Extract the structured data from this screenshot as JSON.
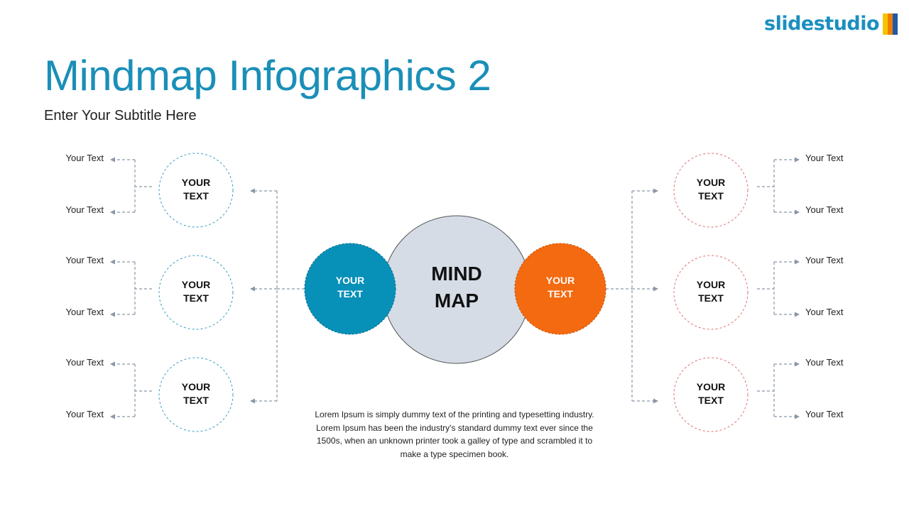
{
  "logo": {
    "text": "slidestudio",
    "bar_colors": [
      "#f5c400",
      "#f07d00",
      "#1f5aa6"
    ]
  },
  "title": "Mindmap Infographics 2",
  "subtitle": "Enter Your Subtitle Here",
  "center": {
    "line1": "MIND",
    "line2": "MAP"
  },
  "left_hub": {
    "line1": "YOUR",
    "line2": "TEXT",
    "color": "#0790b8"
  },
  "right_hub": {
    "line1": "YOUR",
    "line2": "TEXT",
    "color": "#f46a10"
  },
  "left_nodes": [
    {
      "line1": "YOUR",
      "line2": "TEXT",
      "leaves": [
        "Your Text",
        "Your Text"
      ]
    },
    {
      "line1": "YOUR",
      "line2": "TEXT",
      "leaves": [
        "Your Text",
        "Your Text"
      ]
    },
    {
      "line1": "YOUR",
      "line2": "TEXT",
      "leaves": [
        "Your Text",
        "Your Text"
      ]
    }
  ],
  "right_nodes": [
    {
      "line1": "YOUR",
      "line2": "TEXT",
      "leaves": [
        "Your Text",
        "Your Text"
      ]
    },
    {
      "line1": "YOUR",
      "line2": "TEXT",
      "leaves": [
        "Your Text",
        "Your Text"
      ]
    },
    {
      "line1": "YOUR",
      "line2": "TEXT",
      "leaves": [
        "Your Text",
        "Your Text"
      ]
    }
  ],
  "description": "Lorem Ipsum is simply dummy text of the printing and typesetting industry. Lorem Ipsum has been the industry's standard dummy text ever since the 1500s, when an unknown printer took a galley of type and scrambled it to make a type specimen book.",
  "colors": {
    "title": "#1a8fb8",
    "left_border": "#3a9fc0",
    "right_border": "#e07070",
    "connector": "#8a96a8",
    "center_fill": "#d5dce6"
  }
}
